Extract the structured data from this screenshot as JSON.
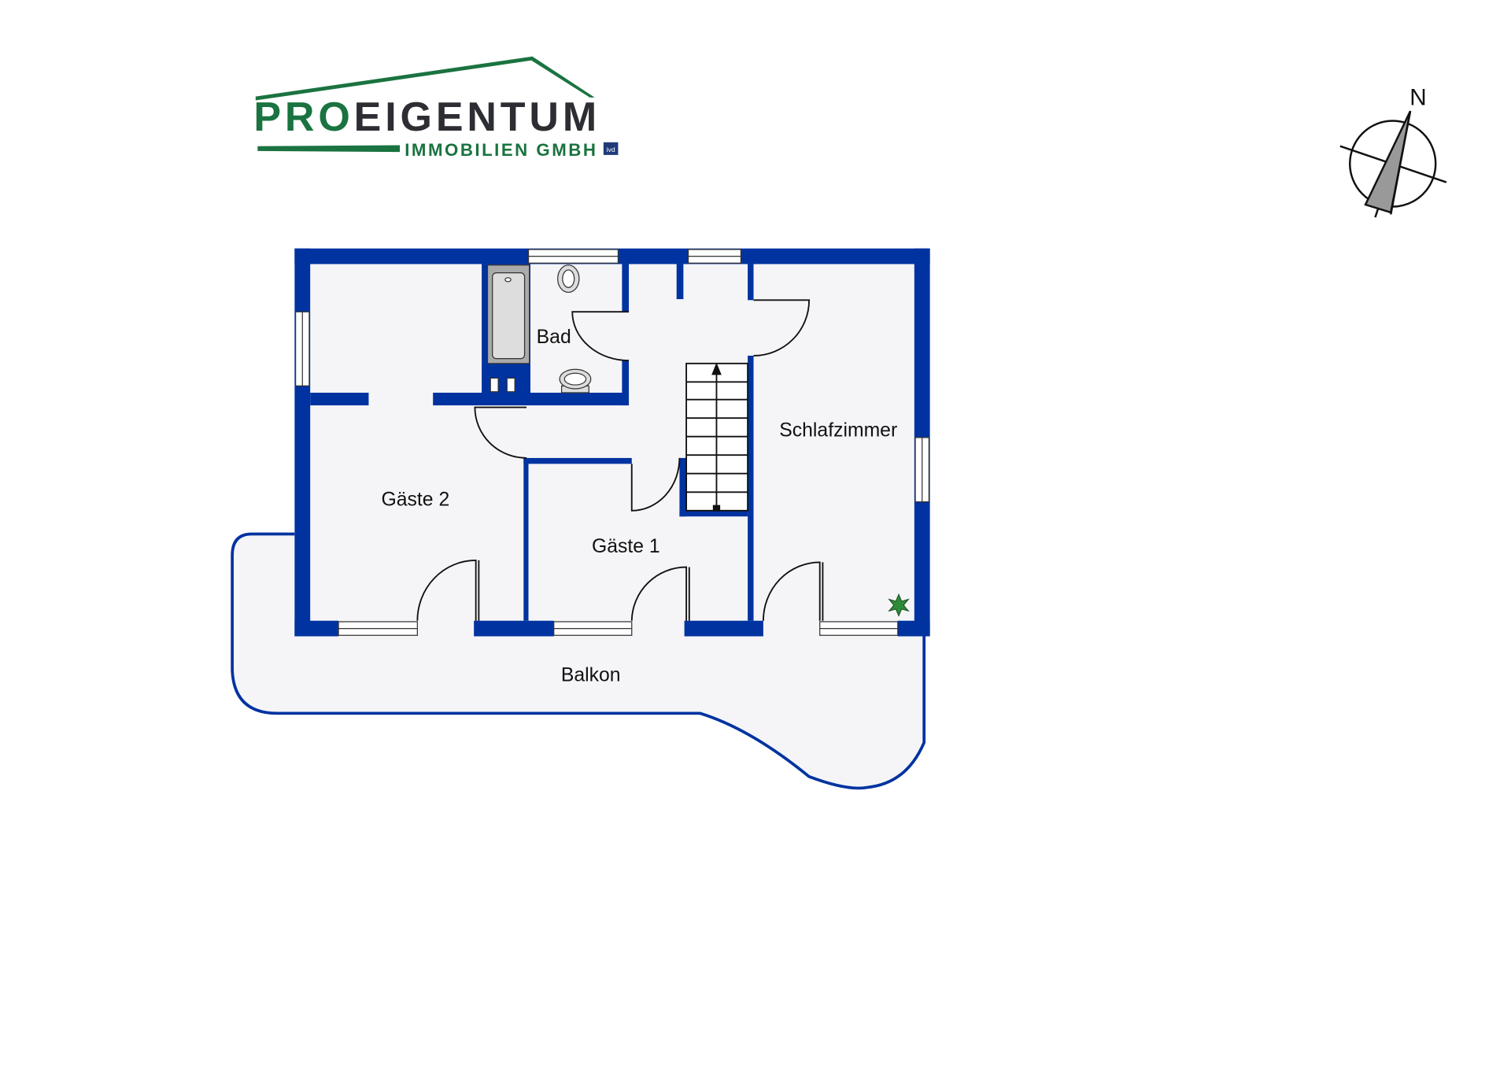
{
  "logo": {
    "brand_part1": "PRO",
    "brand_part2": "EIGENTUM",
    "subtitle": "IMMOBILIEN GMBH",
    "badge": "ivd",
    "colors": {
      "green": "#1a7340",
      "dark": "#2d2e33",
      "badge": "#1f3a7a"
    }
  },
  "compass": {
    "north_label": "N"
  },
  "floorplan": {
    "colors": {
      "wall": "#0033a0",
      "floor": "#f5f5f8",
      "line": "#222222"
    },
    "rooms": [
      {
        "id": "bad",
        "label": "Bad"
      },
      {
        "id": "gaeste2",
        "label": "Gäste 2"
      },
      {
        "id": "gaeste1",
        "label": "Gäste 1"
      },
      {
        "id": "schlafzimmer",
        "label": "Schlafzimmer"
      },
      {
        "id": "balkon",
        "label": "Balkon"
      }
    ]
  }
}
